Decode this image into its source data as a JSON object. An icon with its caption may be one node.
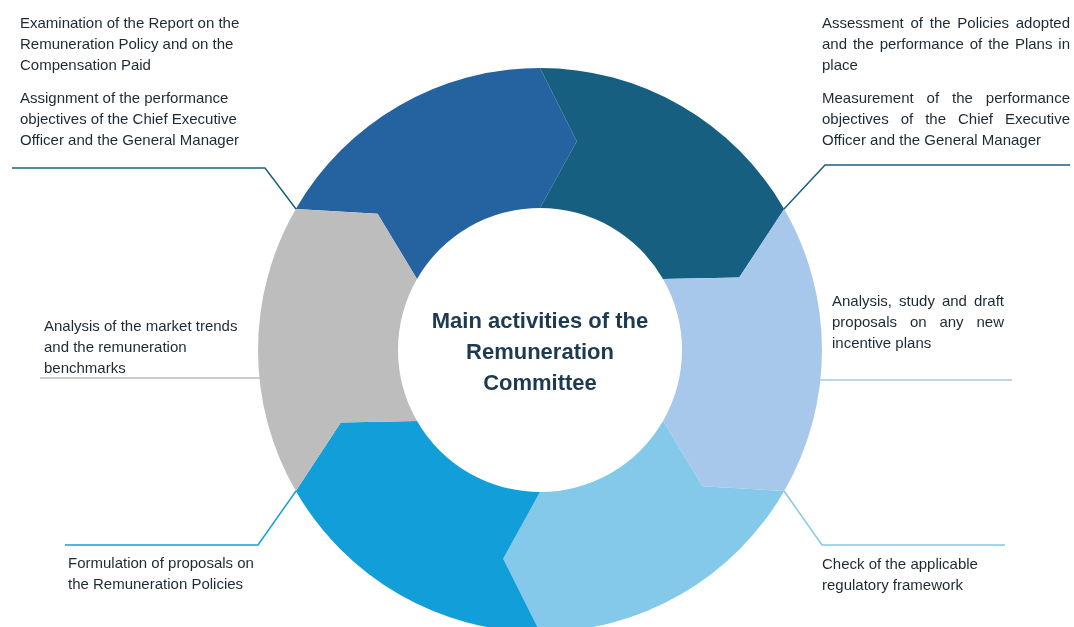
{
  "diagram": {
    "nodes": [
      {
        "text": [
          "Examination of the Report on the Remuneration Policy and on the Compensation Paid",
          "Assignment of the performance objectives of the Chief Executive Officer and the General Manager"
        ]
      },
      {
        "text": [
          "Assessment of the Policies adopted and the performance of the Plans in place",
          "Measurement of the performance objectives of the Chief Executive Officer and the General Manager"
        ]
      },
      {
        "text": [
          "Analysis, study and draft proposals on any new incentive plans"
        ]
      },
      {
        "text": [
          "Analysis of the market trends and the remuneration benchmarks"
        ]
      },
      {
        "text": [
          "Main activities of the Remuneration Committee"
        ]
      },
      {
        "text": [
          "Formulation of proposals on the Remuneration Policies"
        ]
      },
      {
        "text": [
          "Check of the applicable regulatory framework"
        ]
      },
      {
        "text": [],
        "shape": "arrow"
      },
      {
        "text": [],
        "shape": "arrow"
      },
      {
        "text": [],
        "shape": "arrow"
      },
      {
        "text": [],
        "shape": "arrow"
      },
      {
        "text": [],
        "shape": "arrow"
      },
      {
        "text": [],
        "shape": "arrow"
      }
    ],
    "edges": [
      {
        "from": 0,
        "to": 7,
        "arrow": "none",
        "color": "#1d5f7e"
      },
      {
        "from": 1,
        "to": 8,
        "arrow": "none",
        "color": "#1d5f7e"
      },
      {
        "from": 2,
        "to": 9,
        "arrow": "none",
        "color": "#a7c8eb"
      },
      {
        "from": 3,
        "to": 12,
        "arrow": "none",
        "color": "#bdbdbd"
      },
      {
        "from": 5,
        "to": 11,
        "arrow": "none",
        "color": "#129ed9"
      },
      {
        "from": 6,
        "to": 10,
        "arrow": "none",
        "color": "#84c9ea"
      }
    ]
  }
}
